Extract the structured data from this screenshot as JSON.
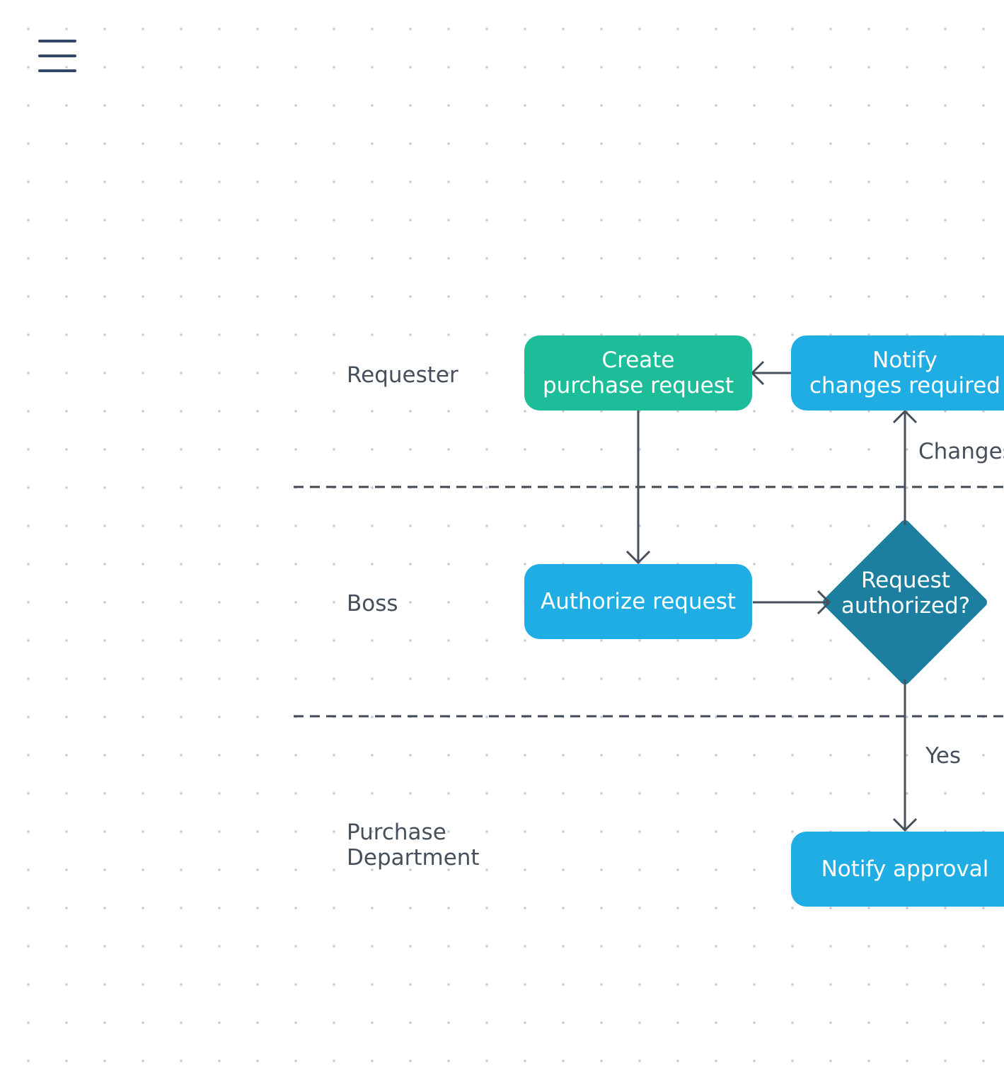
{
  "toolbar": {
    "menu_icon": "hamburger-menu-icon"
  },
  "lanes": [
    {
      "label": "Requester"
    },
    {
      "label": "Boss"
    },
    {
      "label": "Purchase\nDepartment"
    }
  ],
  "nodes": {
    "create_request": "Create\npurchase request",
    "notify_changes": "Notify\nchanges required",
    "authorize_request": "Authorize request",
    "request_authorized": "Request\nauthorized?",
    "notify_approval": "Notify approval"
  },
  "edges": {
    "changes_label": "Changes",
    "yes_label": "Yes"
  },
  "colors": {
    "start_node": "#1ebd9a",
    "process_node": "#1fade4",
    "decision_node": "#1c7fa0",
    "connector": "#46505c",
    "lane_divider": "#3f4854",
    "text": "#46505c"
  }
}
